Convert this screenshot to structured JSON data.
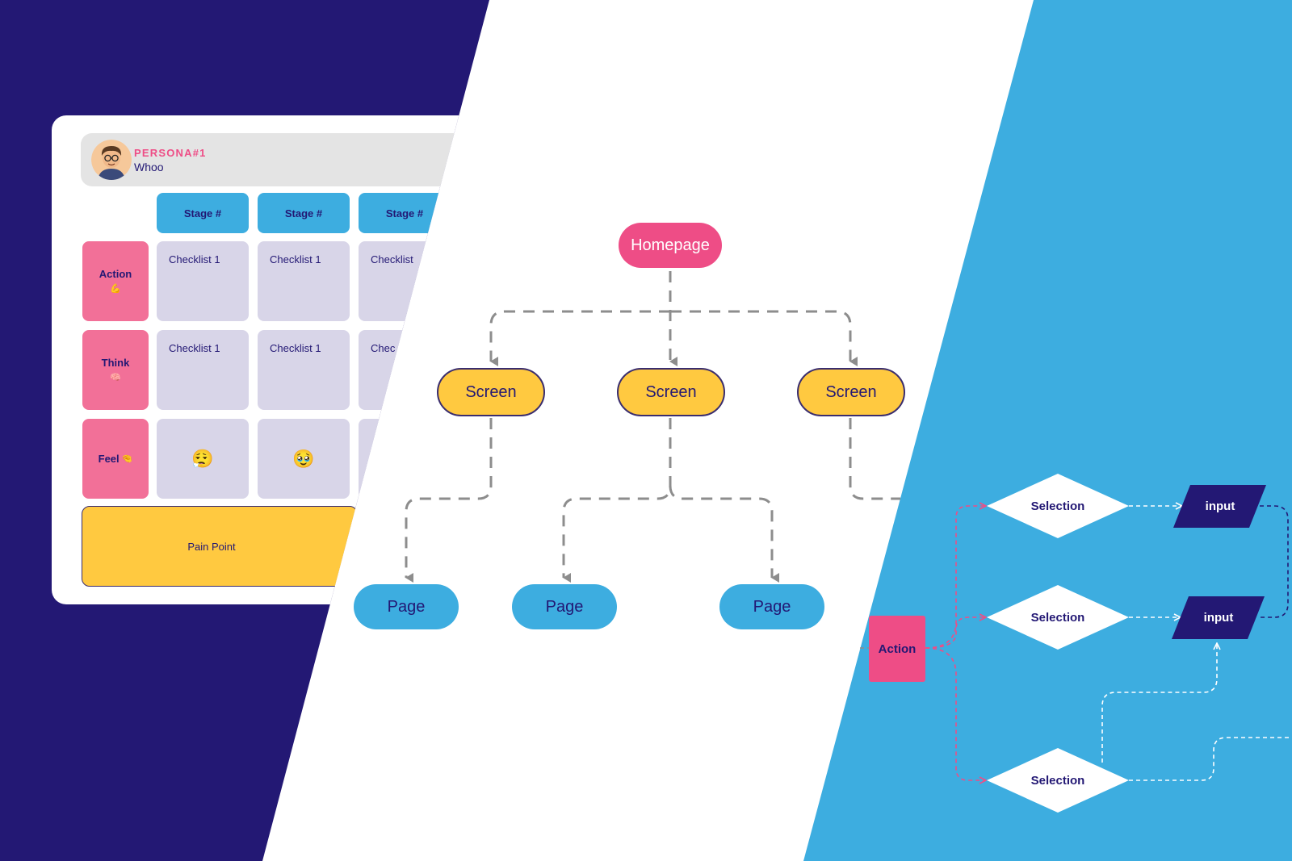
{
  "colors": {
    "navy": "#231874",
    "white": "#ffffff",
    "sky": "#3dade0",
    "pink": "#ee4d86",
    "yellow": "#ffc940",
    "lavender": "#d8d5e8"
  },
  "journey_map": {
    "persona": {
      "title": "PERSONA#1",
      "subtitle": "Whoo"
    },
    "stages": [
      "Stage #",
      "Stage #",
      "Stage #"
    ],
    "rows": [
      {
        "label": "Action",
        "icon": "💪",
        "cells": [
          "Checklist 1",
          "Checklist 1",
          "Checklist"
        ]
      },
      {
        "label": "Think",
        "icon": "🧠",
        "cells": [
          "Checklist 1",
          "Checklist 1",
          "Chec"
        ]
      },
      {
        "label": "Feel",
        "icon": "🤏",
        "cells": [
          "😮‍💨",
          "🥹",
          ""
        ]
      }
    ],
    "pain_point": "Pain Point"
  },
  "sitemap": {
    "root": "Homepage",
    "screens": [
      "Screen",
      "Screen",
      "Screen"
    ],
    "pages": [
      "Page",
      "Page",
      "Page"
    ]
  },
  "flowchart": {
    "action": "Action",
    "selections": [
      "Selection",
      "Selection",
      "Selection"
    ],
    "inputs": [
      "input",
      "input"
    ]
  }
}
